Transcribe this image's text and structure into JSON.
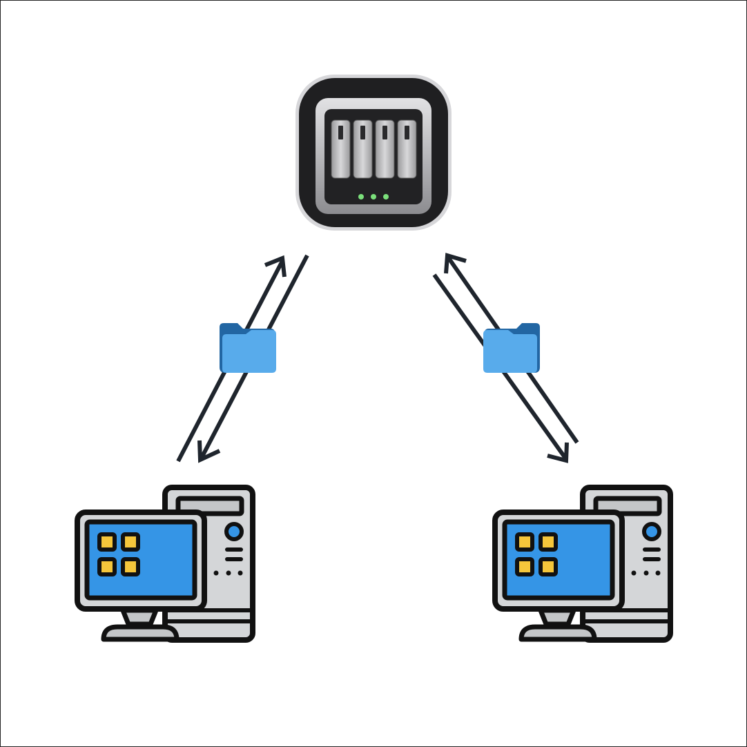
{
  "diagram": {
    "nodes": [
      {
        "id": "nas",
        "icon": "nas-server-icon",
        "led_color": "#7be07b"
      },
      {
        "id": "pc-left",
        "icon": "desktop-computer-icon",
        "screen_color": "#3595e6",
        "tile_color": "#f5c63b"
      },
      {
        "id": "pc-right",
        "icon": "desktop-computer-icon",
        "screen_color": "#3595e6",
        "tile_color": "#f5c63b"
      }
    ],
    "links": [
      {
        "from": "pc-left",
        "to": "nas",
        "direction": "bidirectional",
        "payload_icon": "folder-icon"
      },
      {
        "from": "pc-right",
        "to": "nas",
        "direction": "bidirectional",
        "payload_icon": "folder-icon"
      }
    ],
    "colors": {
      "arrow": "#1f252d",
      "folder_front": "#58abeb",
      "folder_back": "#2266a3",
      "nas_body": "#1f1f21",
      "nas_bezel": "#a9a9ad",
      "pc_outline": "#111111",
      "pc_case": "#d4d6d8"
    }
  }
}
